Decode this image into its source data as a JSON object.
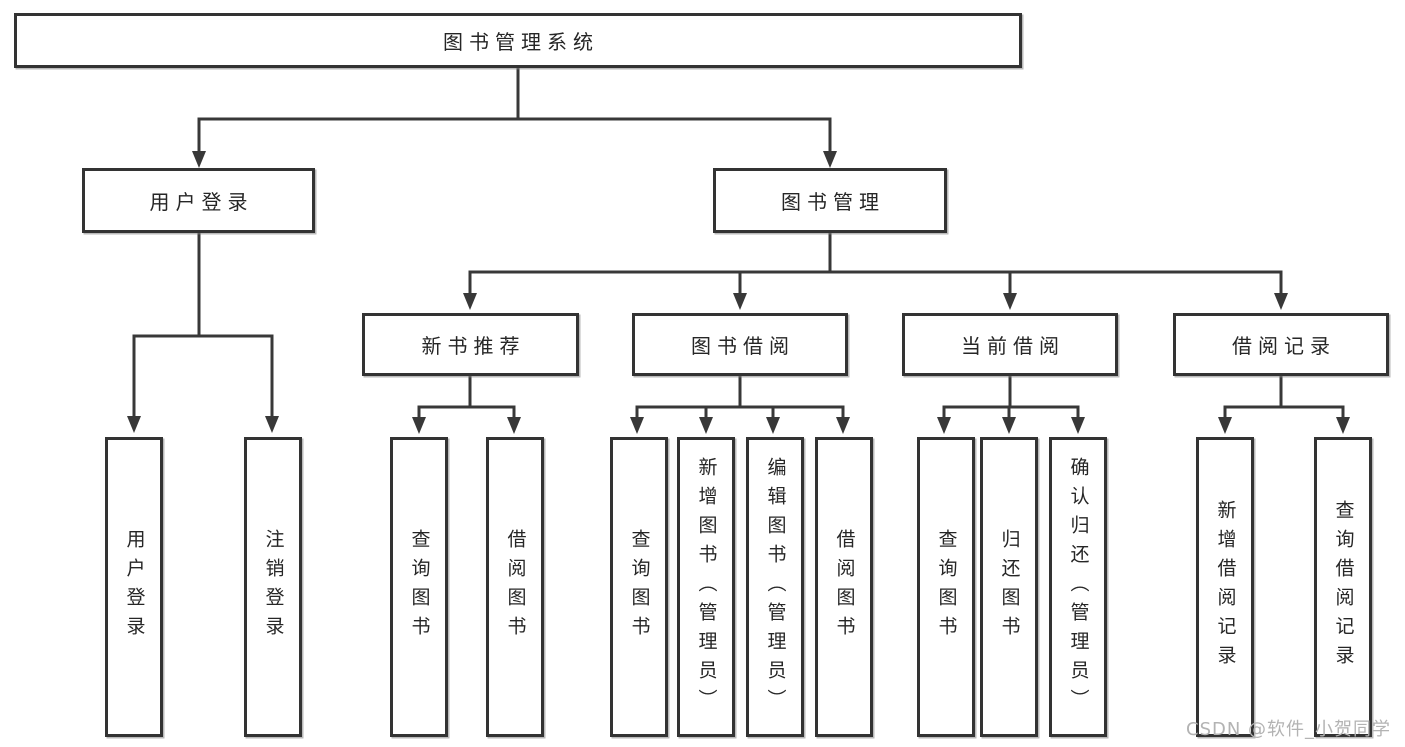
{
  "diagram": {
    "root": {
      "label": "图书管理系统"
    },
    "level2": [
      {
        "label": "用户登录",
        "children": [
          {
            "label": "用户登录"
          },
          {
            "label": "注销登录"
          }
        ]
      },
      {
        "label": "图书管理"
      }
    ],
    "level3": [
      {
        "label": "新书推荐",
        "children": [
          {
            "label": "查询图书"
          },
          {
            "label": "借阅图书"
          }
        ]
      },
      {
        "label": "图书借阅",
        "children": [
          {
            "label": "查询图书"
          },
          {
            "label": "新增图书（管理员）"
          },
          {
            "label": "编辑图书（管理员）"
          },
          {
            "label": "借阅图书"
          }
        ]
      },
      {
        "label": "当前借阅",
        "children": [
          {
            "label": "查询图书"
          },
          {
            "label": "归还图书"
          },
          {
            "label": "确认归还（管理员）"
          }
        ]
      },
      {
        "label": "借阅记录",
        "children": [
          {
            "label": "新增借阅记录"
          },
          {
            "label": "查询借阅记录"
          }
        ]
      }
    ]
  },
  "watermark": "CSDN @软件_小贺同学",
  "colors": {
    "background": "#ffffff",
    "line": "#383838",
    "box_border": "#333333",
    "text": "#262626",
    "watermark": "#b3b3b3"
  }
}
